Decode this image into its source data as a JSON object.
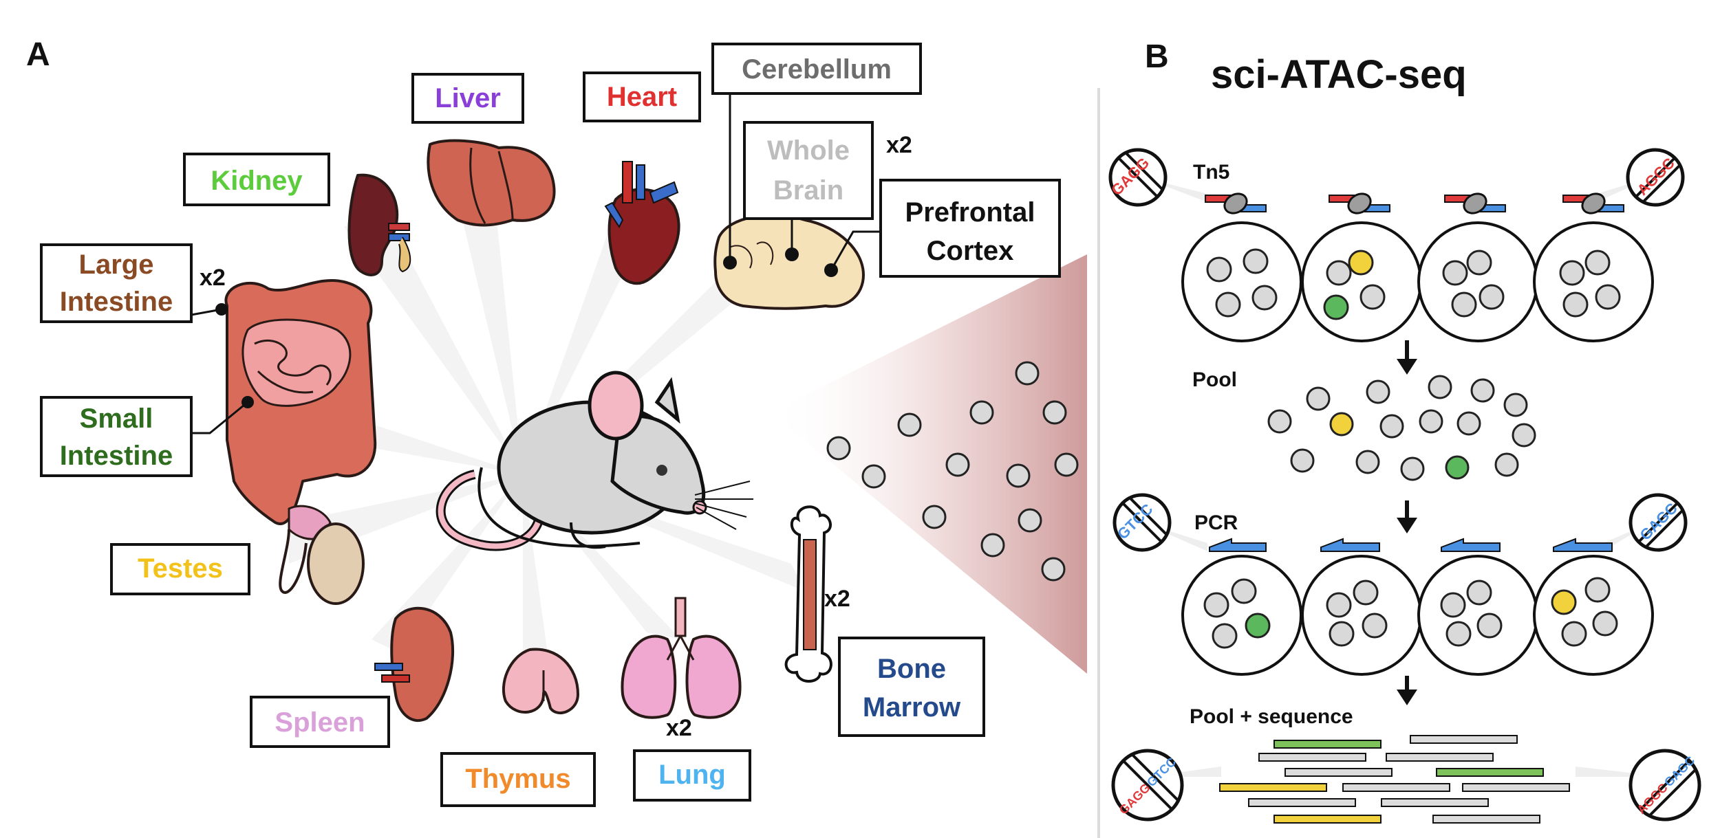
{
  "panel_a": {
    "letter": "A",
    "tissues": {
      "liver": "Liver",
      "heart": "Heart",
      "cerebellum": "Cerebellum",
      "whole_brain_1": "Whole",
      "whole_brain_2": "Brain",
      "prefrontal_1": "Prefrontal",
      "prefrontal_2": "Cortex",
      "kidney": "Kidney",
      "large_intestine_1": "Large",
      "large_intestine_2": "Intestine",
      "small_intestine_1": "Small",
      "small_intestine_2": "Intestine",
      "testes": "Testes",
      "spleen": "Spleen",
      "thymus": "Thymus",
      "lung": "Lung",
      "bone_marrow_1": "Bone",
      "bone_marrow_2": "Marrow"
    },
    "multiplier": "x2",
    "colors": {
      "liver": "#8b3fd9",
      "heart": "#e03131",
      "cerebellum": "#6d6d6d",
      "whole_brain": "#bdbdbd",
      "prefrontal": "#111111",
      "kidney": "#5ccc3c",
      "large_intestine": "#8a4a24",
      "small_intestine": "#2f6d1e",
      "testes": "#f2c21b",
      "spleen": "#d9a0d9",
      "thymus": "#f08a2a",
      "lung": "#4fb3f0",
      "bone_marrow": "#244a8c"
    }
  },
  "panel_b": {
    "letter": "B",
    "title": "sci-ATAC-seq",
    "steps": {
      "tn5": "Tn5",
      "pool": "Pool",
      "pcr": "PCR",
      "pool_sequence": "Pool + sequence"
    },
    "barcodes": {
      "tn5_left": "GAGG",
      "tn5_right": "AGGC",
      "pcr_left": "GTCC",
      "pcr_right": "GAGC",
      "combined_left_a": "GAGG",
      "combined_left_b": "GTCC",
      "combined_right_a": "AGGC",
      "combined_right_b": "GAGC"
    },
    "colors": {
      "tn5_barcode": "#e03a3a",
      "pcr_barcode": "#4a90e2",
      "nucleus": "#d9d9d9",
      "nucleus_yellow": "#f2d23c",
      "nucleus_green": "#5cb85c",
      "read_green": "#7dc25a",
      "read_yellow": "#f2d23c",
      "read_gray": "#dcdcdc"
    }
  }
}
